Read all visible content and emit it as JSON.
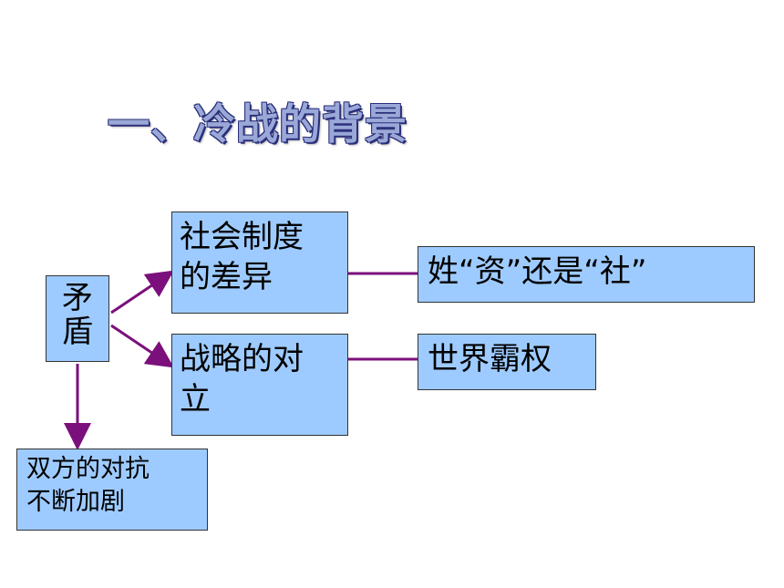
{
  "title": "一、冷战的背景",
  "nodes": {
    "maodun": {
      "line1": "矛",
      "line2": "盾"
    },
    "shehui": {
      "line1": "社会制度",
      "line2": "的差异"
    },
    "zhanlue": {
      "line1": "战略的对",
      "line2": "立"
    },
    "xing": {
      "text": "姓“资”还是“社”"
    },
    "shijie": {
      "text": "世界霸权"
    },
    "shuangfang": {
      "line1": "双方的对抗",
      "line2": "不断加剧"
    }
  },
  "colors": {
    "box_fill": "#9ecbff",
    "connector": "#7b0f7b",
    "title_fill": "#9aa8d8",
    "title_outline": "#2a2f7a"
  }
}
